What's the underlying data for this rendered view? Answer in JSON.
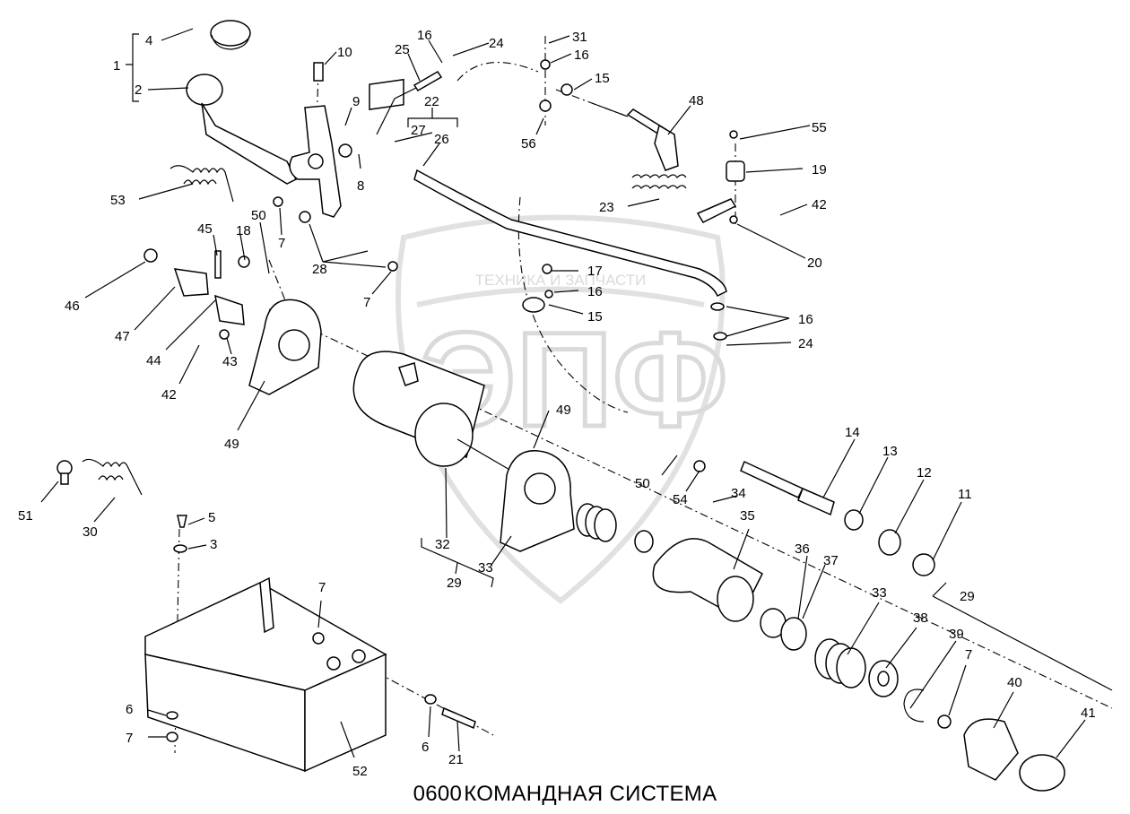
{
  "title": {
    "code": "0600",
    "text": "КОМАНДНАЯ СИСТЕМА"
  },
  "watermark": {
    "text": "ТЕХНИКА И ЗАПЧАСТИ",
    "logo": "ЭПФ"
  },
  "callouts": [
    {
      "id": "c1",
      "text": "1"
    },
    {
      "id": "c2",
      "text": "2"
    },
    {
      "id": "c3",
      "text": "4"
    },
    {
      "id": "c4",
      "text": "10"
    },
    {
      "id": "c5",
      "text": "9"
    },
    {
      "id": "c6",
      "text": "8"
    },
    {
      "id": "c7",
      "text": "25"
    },
    {
      "id": "c8",
      "text": "16"
    },
    {
      "id": "c9",
      "text": "24"
    },
    {
      "id": "c10",
      "text": "22"
    },
    {
      "id": "c11",
      "text": "27"
    },
    {
      "id": "c12",
      "text": "26"
    },
    {
      "id": "c13",
      "text": "31"
    },
    {
      "id": "c14",
      "text": "16"
    },
    {
      "id": "c15",
      "text": "15"
    },
    {
      "id": "c16",
      "text": "56"
    },
    {
      "id": "c17",
      "text": "48"
    },
    {
      "id": "c18",
      "text": "55"
    },
    {
      "id": "c19",
      "text": "19"
    },
    {
      "id": "c20",
      "text": "23"
    },
    {
      "id": "c21",
      "text": "42"
    },
    {
      "id": "c22",
      "text": "20"
    },
    {
      "id": "c23",
      "text": "53"
    },
    {
      "id": "c24",
      "text": "50"
    },
    {
      "id": "c25",
      "text": "18"
    },
    {
      "id": "c26",
      "text": "45"
    },
    {
      "id": "c27",
      "text": "7"
    },
    {
      "id": "c28",
      "text": "28"
    },
    {
      "id": "c29",
      "text": "7"
    },
    {
      "id": "c30",
      "text": "46"
    },
    {
      "id": "c31",
      "text": "47"
    },
    {
      "id": "c32",
      "text": "44"
    },
    {
      "id": "c33",
      "text": "43"
    },
    {
      "id": "c34",
      "text": "42"
    },
    {
      "id": "c35",
      "text": "49"
    },
    {
      "id": "c36",
      "text": "17"
    },
    {
      "id": "c37",
      "text": "16"
    },
    {
      "id": "c38",
      "text": "15"
    },
    {
      "id": "c39",
      "text": "16"
    },
    {
      "id": "c40",
      "text": "24"
    },
    {
      "id": "c41",
      "text": "49"
    },
    {
      "id": "c42",
      "text": "14"
    },
    {
      "id": "c43",
      "text": "13"
    },
    {
      "id": "c44",
      "text": "12"
    },
    {
      "id": "c45",
      "text": "11"
    },
    {
      "id": "c46",
      "text": "50"
    },
    {
      "id": "c47",
      "text": "54"
    },
    {
      "id": "c48",
      "text": "34"
    },
    {
      "id": "c49",
      "text": "35"
    },
    {
      "id": "c50",
      "text": "32"
    },
    {
      "id": "c51",
      "text": "29"
    },
    {
      "id": "c52",
      "text": "33"
    },
    {
      "id": "c53",
      "text": "36"
    },
    {
      "id": "c54",
      "text": "37"
    },
    {
      "id": "c55",
      "text": "33"
    },
    {
      "id": "c56",
      "text": "29"
    },
    {
      "id": "c57",
      "text": "38"
    },
    {
      "id": "c58",
      "text": "39"
    },
    {
      "id": "c59",
      "text": "7"
    },
    {
      "id": "c60",
      "text": "40"
    },
    {
      "id": "c61",
      "text": "41"
    },
    {
      "id": "c62",
      "text": "51"
    },
    {
      "id": "c63",
      "text": "30"
    },
    {
      "id": "c64",
      "text": "5"
    },
    {
      "id": "c65",
      "text": "3"
    },
    {
      "id": "c66",
      "text": "7"
    },
    {
      "id": "c67",
      "text": "6"
    },
    {
      "id": "c68",
      "text": "7"
    },
    {
      "id": "c69",
      "text": "6"
    },
    {
      "id": "c70",
      "text": "21"
    },
    {
      "id": "c71",
      "text": "52"
    }
  ]
}
